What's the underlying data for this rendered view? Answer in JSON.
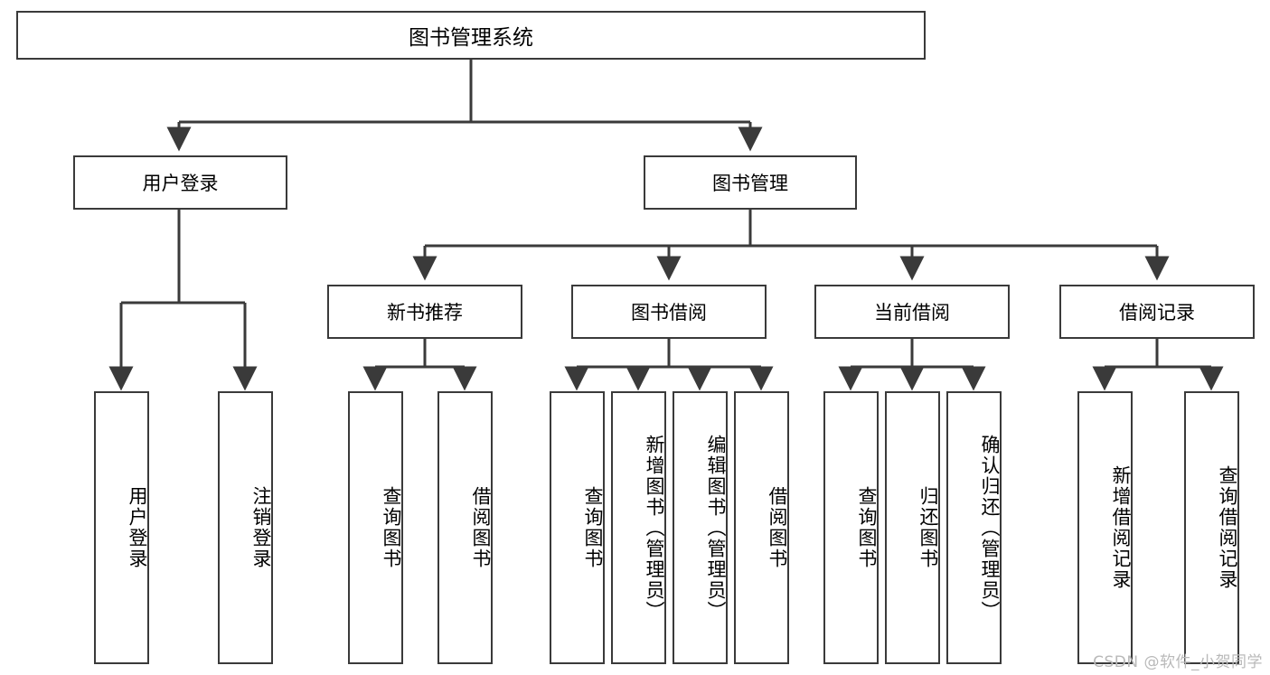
{
  "diagram": {
    "title": "图书管理系统",
    "type": "hierarchy-tree",
    "stroke_color": "#3a3a3a",
    "fill_color": "#ffffff",
    "text_color": "#000000"
  },
  "root": {
    "label": "图书管理系统"
  },
  "level2": [
    {
      "label": "用户登录"
    },
    {
      "label": "图书管理"
    }
  ],
  "level3": [
    {
      "label": "新书推荐"
    },
    {
      "label": "图书借阅"
    },
    {
      "label": "当前借阅"
    },
    {
      "label": "借阅记录"
    }
  ],
  "leaves": {
    "user_login": [
      {
        "label": "用户登录"
      },
      {
        "label": "注销登录"
      }
    ],
    "new_book": [
      {
        "label": "查询图书"
      },
      {
        "label": "借阅图书"
      }
    ],
    "borrow_book": [
      {
        "label": "查询图书"
      },
      {
        "label": "新增图书（管理员）"
      },
      {
        "label": "编辑图书（管理员）"
      },
      {
        "label": "借阅图书"
      }
    ],
    "current_borrow": [
      {
        "label": "查询图书"
      },
      {
        "label": "归还图书"
      },
      {
        "label": "确认归还（管理员）"
      }
    ],
    "borrow_record": [
      {
        "label": "新增借阅记录"
      },
      {
        "label": "查询借阅记录"
      }
    ]
  },
  "watermark": {
    "text": "CSDN @软件_小贺同学"
  }
}
